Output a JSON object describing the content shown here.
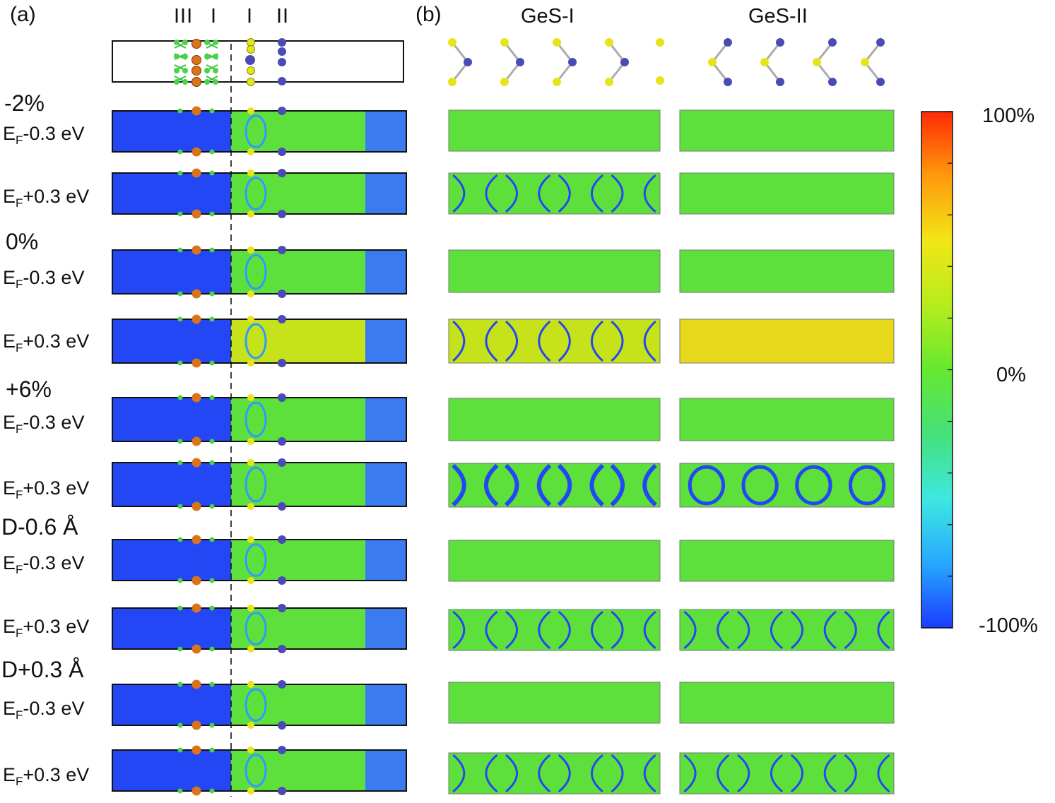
{
  "panel_a": {
    "label": "(a)",
    "region_labels": [
      "III",
      "I",
      "I",
      "II"
    ]
  },
  "panel_b": {
    "label": "(b)",
    "headers": [
      "GeS-I",
      "GeS-II"
    ]
  },
  "groups": [
    {
      "name": "-2%",
      "energies": [
        "-0.3 eV",
        "+0.3 eV"
      ]
    },
    {
      "name": "0%",
      "energies": [
        "-0.3 eV",
        "+0.3 eV"
      ]
    },
    {
      "name": "+6%",
      "energies": [
        "-0.3 eV",
        "+0.3 eV"
      ]
    },
    {
      "name": "D-0.6 Å",
      "energies": [
        "-0.3 eV",
        "+0.3 eV"
      ]
    },
    {
      "name": "D+0.3 Å",
      "energies": [
        "-0.3 eV",
        "+0.3 eV"
      ]
    }
  ],
  "energy_prefix": "E",
  "energy_subscript": "F",
  "colorbar": {
    "max_label": "100%",
    "mid_label": "0%",
    "min_label": "-100%",
    "colors": [
      "#1a3cff",
      "#27a8ff",
      "#3ee8e0",
      "#45e07a",
      "#66e830",
      "#b6ec1c",
      "#f2e616",
      "#ff9a0c",
      "#ff2a06"
    ]
  },
  "colors": {
    "blue_region": "#2447f5",
    "green_region": "#5ee03c",
    "yellow_region": "#c6e21a",
    "orange_region": "#e8d81c",
    "atom_orange": "#d9741a",
    "atom_yellow": "#e5e51a",
    "atom_blue": "#4b4bb5"
  }
}
